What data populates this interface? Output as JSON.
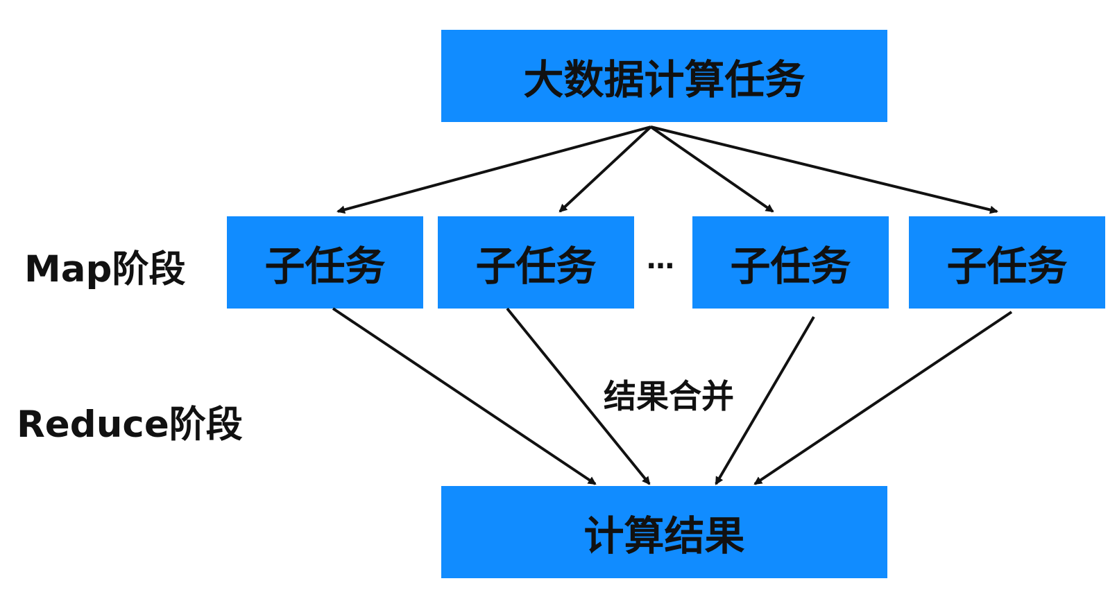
{
  "colors": {
    "node_fill": "#118CFF",
    "node_text": "#111111",
    "line": "#111111",
    "background": "#FFFFFF"
  },
  "diagram": {
    "top_node": "大数据计算任务",
    "sub_nodes": [
      "子任务",
      "子任务",
      "子任务",
      "子任务"
    ],
    "ellipsis": "…",
    "bottom_node": "计算结果",
    "merge_label": "结果合并",
    "stage_labels": {
      "map": "Map阶段",
      "reduce": "Reduce阶段"
    }
  }
}
